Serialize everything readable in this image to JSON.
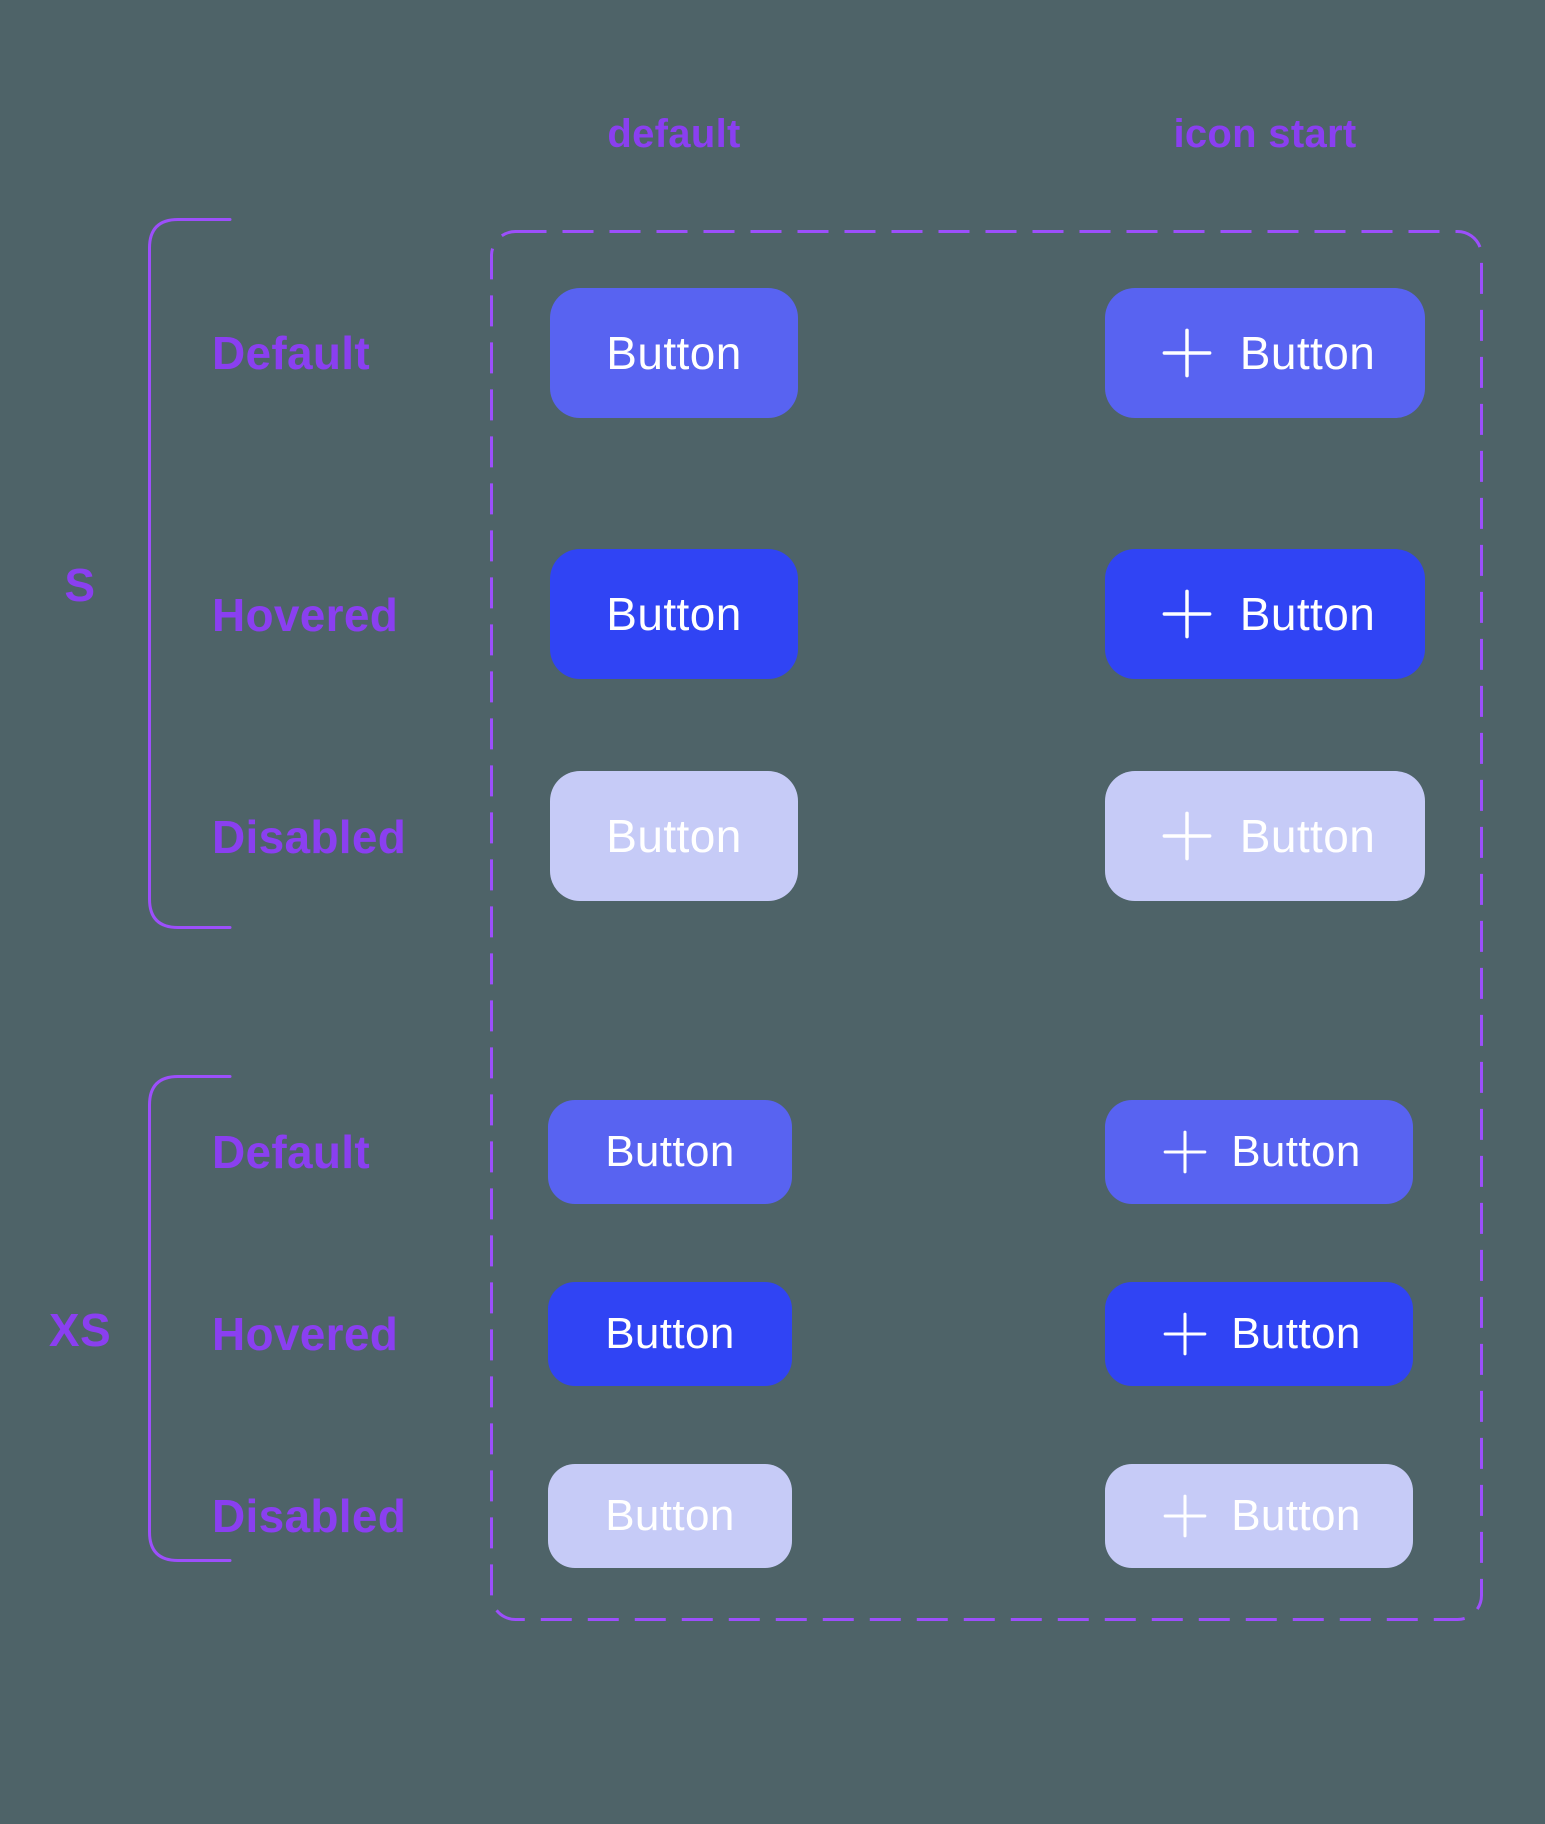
{
  "colors": {
    "bg": "#4E6368",
    "accent-text": "#8A3FF0",
    "accent-border": "#9C4FFB",
    "btn-default": "#5863F1",
    "btn-hovered": "#3044F4",
    "btn-disabled": "#C6CBF7",
    "btn-text": "#FFFFFF"
  },
  "columns": [
    {
      "label": "default"
    },
    {
      "label": "icon start"
    }
  ],
  "button_label": "Button",
  "icons": {
    "button_start": "plus-icon"
  },
  "groups": [
    {
      "label": "S",
      "rows": [
        {
          "label": "Default"
        },
        {
          "label": "Hovered"
        },
        {
          "label": "Disabled"
        }
      ]
    },
    {
      "label": "XS",
      "rows": [
        {
          "label": "Default"
        },
        {
          "label": "Hovered"
        },
        {
          "label": "Disabled"
        }
      ]
    }
  ]
}
